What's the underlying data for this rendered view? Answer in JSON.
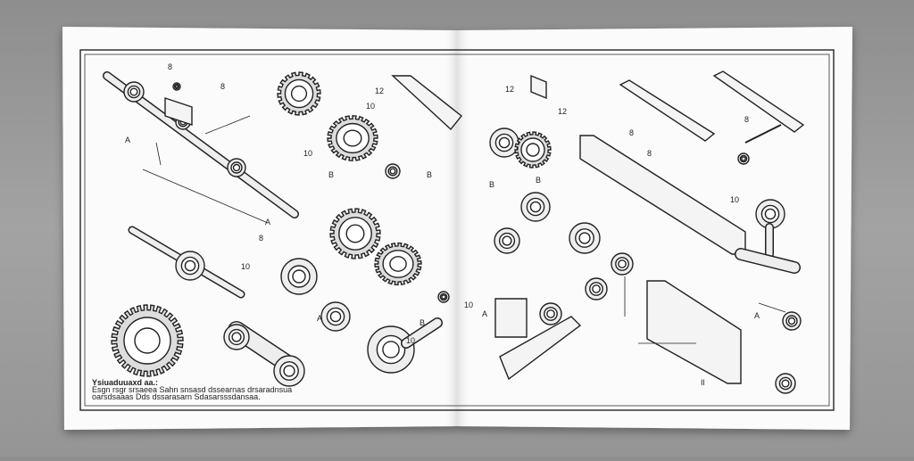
{
  "sheet": {
    "caption_heading": "Ysiuaduuaxd aa.:",
    "caption_lines": [
      "Esgn rsgr srsaeea Sahn snsasd  dssearnas  drsaradnsua",
      "oarsdsaaas  Dds dssarasarn Sdasarsssdansaa."
    ],
    "labels": [
      "A",
      "10",
      "B",
      "12",
      "8",
      "8",
      "A",
      "10",
      "B",
      "8",
      "10",
      "12",
      "A",
      "10",
      "10",
      "B",
      "Il",
      "8",
      "B",
      "A",
      "8",
      "10",
      "12",
      "8",
      "B",
      "A"
    ]
  }
}
